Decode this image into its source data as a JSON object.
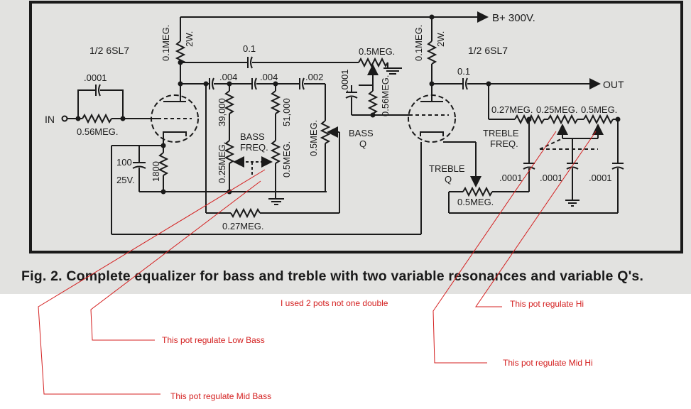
{
  "labels": {
    "supply": "B+ 300V.",
    "tube_left": "1/2 6SL7",
    "tube_right": "1/2 6SL7",
    "input": "IN",
    "output": "OUT",
    "c_in": ".0001",
    "r_in": "0.56MEG.",
    "r_plate_left": "0.1MEG.",
    "w_plate_left": "2W.",
    "r_plate_right": "0.1MEG.",
    "w_plate_right": "2W.",
    "c_top": "0.1",
    "pot_top": "0.5MEG.",
    "c_004a": ".004",
    "c_004b": ".004",
    "c_002": ".002",
    "c_0001_grid": ".0001",
    "r_grid_right": "0.56MEG.",
    "r_39k": "39,000",
    "r_51k": "51,000",
    "bass_freq_1": "BASS",
    "bass_freq_2": "FREQ.",
    "pot_bass_a": "0.25MEG.",
    "pot_bass_b": "0.5MEG.",
    "pot_bass_q_r": "0.5MEG.",
    "bass_q_1": "BASS",
    "bass_q_2": "Q",
    "c_cath": "100",
    "v_cath": "25V.",
    "r_cath": "1800",
    "r_fb": "0.27MEG.",
    "c_out": "0.1",
    "r_t1": "0.27MEG.",
    "r_t2": "0.25MEG.",
    "r_t3": "0.5MEG.",
    "treble_freq_1": "TREBLE",
    "treble_freq_2": "FREQ.",
    "treble_q_1": "TREBLE",
    "treble_q_2": "Q",
    "c_t1": ".0001",
    "c_t2": ".0001",
    "c_t3": ".0001",
    "pot_treble_q": "0.5MEG."
  },
  "caption": "Fig. 2. Complete equalizer for bass and treble with two variable resonances and variable Q's.",
  "annotations": {
    "two_pots": "I used 2 pots not one double",
    "hi": "This pot regulate Hi",
    "low_bass": "This pot regulate Low Bass",
    "mid_hi": "This pot regulate Mid Hi",
    "mid_bass": "This pot regulate Mid Bass"
  },
  "colors": {
    "ink": "#1a1a1a",
    "paper": "#e2e2e0",
    "annotation": "#d42020"
  }
}
